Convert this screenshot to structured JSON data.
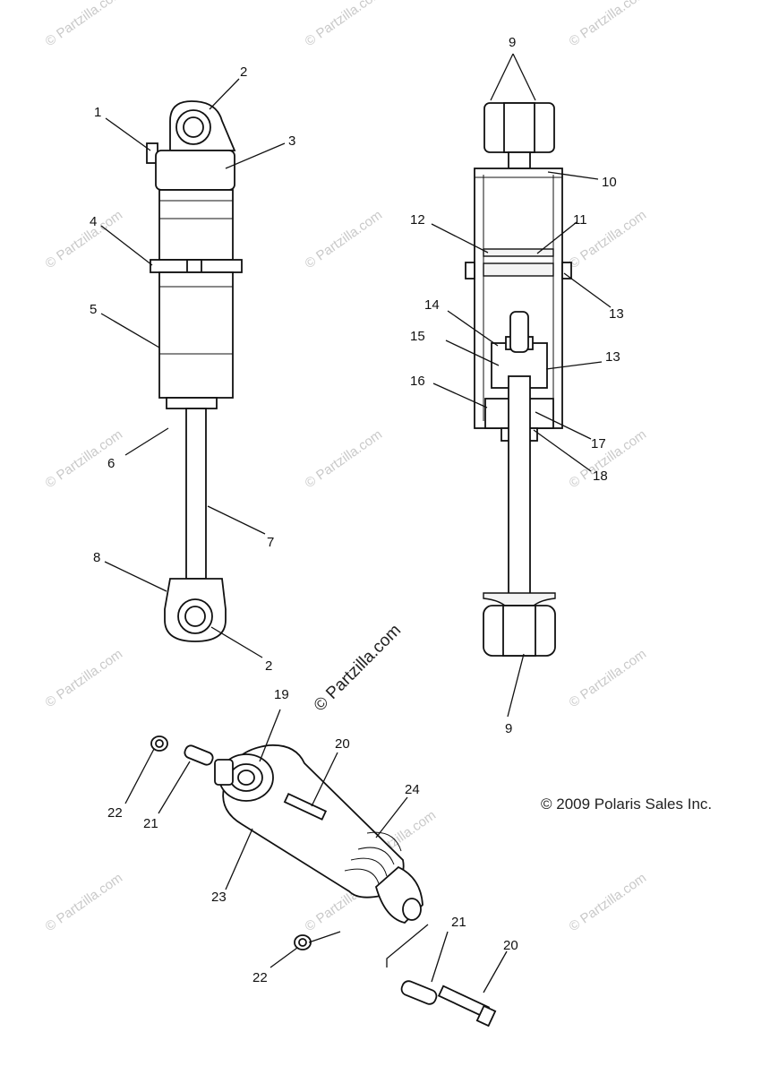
{
  "callouts": {
    "c1": "1",
    "c2a": "2",
    "c3": "3",
    "c4": "4",
    "c5": "5",
    "c6": "6",
    "c7": "7",
    "c8": "8",
    "c2b": "2",
    "c9a": "9",
    "c10": "10",
    "c11": "11",
    "c12": "12",
    "c13a": "13",
    "c14": "14",
    "c15": "15",
    "c13b": "13",
    "c16": "16",
    "c17": "17",
    "c18": "18",
    "c9b": "9",
    "c19": "19",
    "c20a": "20",
    "c22a": "22",
    "c21a": "21",
    "c24": "24",
    "c23": "23",
    "c22b": "22",
    "c21b": "21",
    "c20b": "20"
  },
  "watermark": {
    "small": "© Partzilla.com",
    "center": "© Partzilla.com"
  },
  "copyright": "© 2009 Polaris Sales Inc."
}
